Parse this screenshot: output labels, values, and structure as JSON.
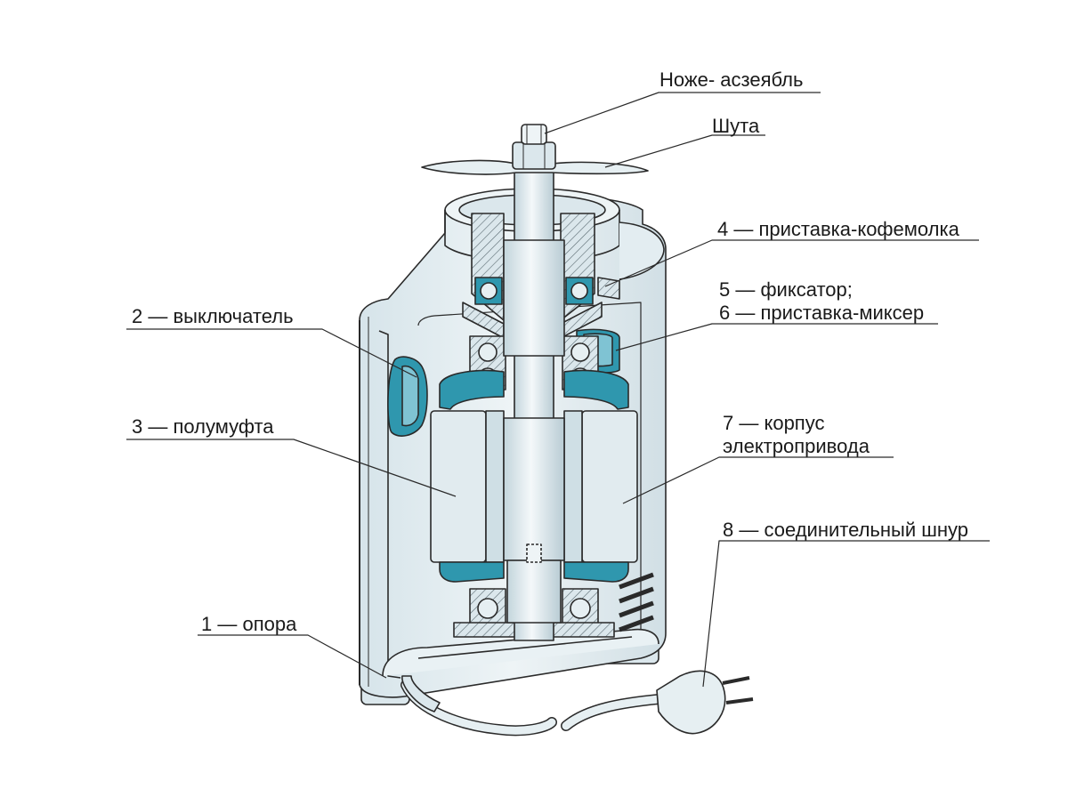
{
  "colors": {
    "outline": "#2a2a2a",
    "fill_light": "#e6eff2",
    "fill_mid": "#cfdfe5",
    "fill_shadow": "#b9ccd4",
    "accent_teal": "#2f97ae",
    "accent_teal_dark": "#1f6f82",
    "label_text": "#1a1a1a",
    "leader_line": "#2a2a2a"
  },
  "labels": {
    "knife_assembly": "Ноже- асзеябль",
    "shaft": "Шута",
    "part4": "4 — приставка-кофемолка",
    "part5": "5 — фиксатор;",
    "part6": "6 — приставка-миксер",
    "part2": "2 — выключатель",
    "part3": "3 — полумуфта",
    "part7_line1": "7 — корпус",
    "part7_line2": "электропривода",
    "part8": "8 — соединительный шнур",
    "part1": "1 — опора"
  },
  "icons": {
    "device": "electric-drive-cutaway",
    "plug": "two-pin-plug"
  }
}
